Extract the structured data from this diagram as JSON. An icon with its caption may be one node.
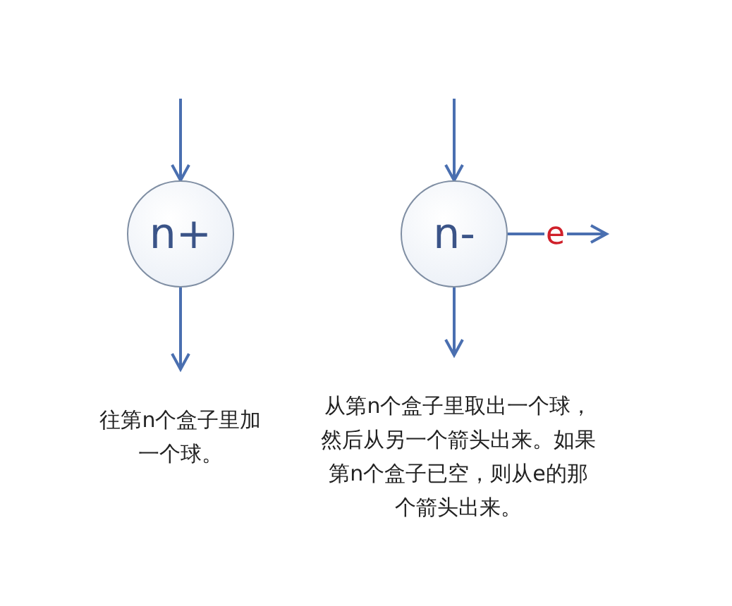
{
  "diagram": {
    "nodes": [
      {
        "text": [
          "n+"
        ]
      },
      {
        "text": [
          "n-"
        ]
      }
    ],
    "edges": [
      {
        "from": null,
        "to": 0,
        "arrow": "to"
      },
      {
        "from": 0,
        "to": null,
        "arrow": "to"
      },
      {
        "from": null,
        "to": 1,
        "arrow": "to"
      },
      {
        "from": 1,
        "to": null,
        "arrow": "to"
      },
      {
        "from": 1,
        "to": null,
        "arrow": "to",
        "label": "e"
      }
    ],
    "labels": [
      "往第n个盒子里加一个球。",
      "从第n个盒子里取出一个球，然后从另一个箭头出来。如果第n个盒子已空，则从e的那个箭头出来。"
    ]
  }
}
